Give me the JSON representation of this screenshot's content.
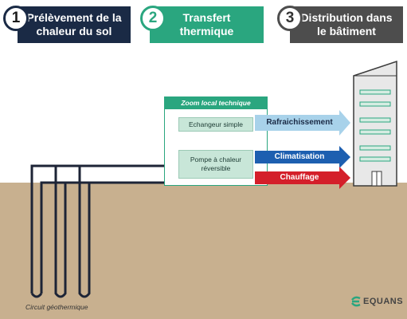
{
  "steps": [
    {
      "number": "1",
      "title_line1": "Prélèvement de la",
      "title_line2": "chaleur du sol",
      "color": "#1a2a45"
    },
    {
      "number": "2",
      "title_line1": "Transfert",
      "title_line2": "thermique",
      "color": "#2aa67f"
    },
    {
      "number": "3",
      "title_line1": "Distribution dans",
      "title_line2": "le bâtiment",
      "color": "#4d4d4d"
    }
  ],
  "zoom": {
    "title": "Zoom local technique",
    "exchanger_label": "Echangeur simple",
    "heatpump_line1": "Pompe à chaleur",
    "heatpump_line2": "réversible"
  },
  "arrows": {
    "cooling": {
      "label": "Rafraichissement",
      "color": "#a8d2ea"
    },
    "aircon": {
      "label": "Climatisation",
      "color": "#1d5fb0"
    },
    "heating": {
      "label": "Chauffage",
      "color": "#d41f2a"
    }
  },
  "caption": "Circuit géothermique",
  "logo": {
    "text": "EQUANS"
  },
  "colors": {
    "ground": "#c8b08f",
    "pipe": "#1d2436",
    "building": "#e8e8e8"
  }
}
